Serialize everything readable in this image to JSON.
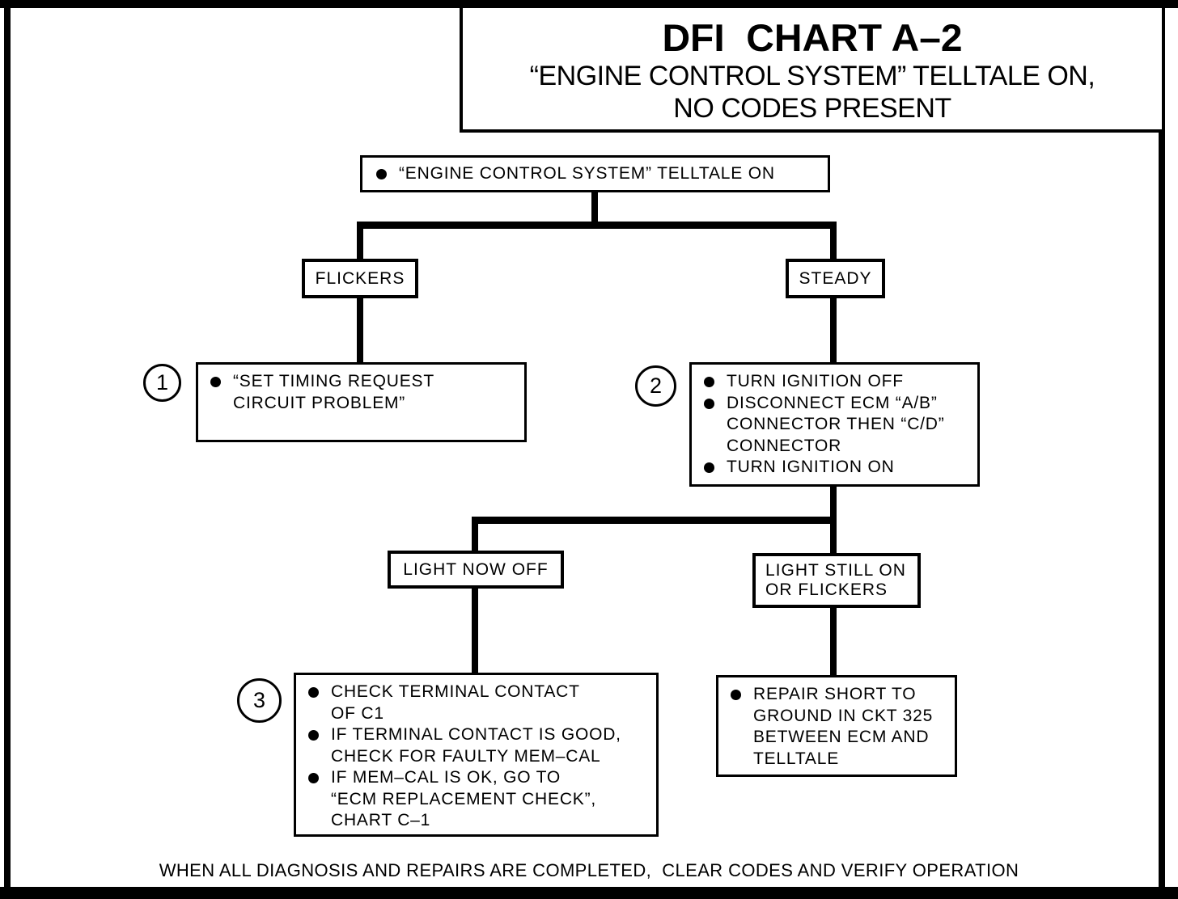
{
  "page": {
    "title_line1": "DFI  CHART A–2",
    "title_line2": "“ENGINE CONTROL SYSTEM” TELLTALE ON,",
    "title_line3": "NO CODES PRESENT",
    "footer": "WHEN ALL DIAGNOSIS AND REPAIRS ARE COMPLETED,  CLEAR CODES AND VERIFY OPERATION"
  },
  "flowchart": {
    "start": {
      "bullet": "“ENGINE CONTROL SYSTEM” TELLTALE ON"
    },
    "branch_left_label": "FLICKERS",
    "branch_right_label": "STEADY",
    "step1": {
      "number": "1",
      "bullet": "“SET TIMING REQUEST\nCIRCUIT PROBLEM”"
    },
    "step2": {
      "number": "2",
      "bullets": [
        "TURN IGNITION OFF",
        "DISCONNECT ECM “A/B”\nCONNECTOR THEN “C/D”\nCONNECTOR",
        "TURN IGNITION ON"
      ]
    },
    "result_left_label": "LIGHT NOW OFF",
    "result_right_label": "LIGHT STILL ON\nOR FLICKERS",
    "step3": {
      "number": "3",
      "bullets": [
        "CHECK TERMINAL CONTACT\nOF C1",
        "IF TERMINAL CONTACT IS GOOD,\nCHECK FOR FAULTY MEM–CAL",
        "IF MEM–CAL IS OK, GO TO\n“ECM REPLACEMENT CHECK”,\nCHART C–1"
      ]
    },
    "repair": {
      "bullet": "REPAIR SHORT TO\nGROUND IN CKT 325\nBETWEEN ECM AND\nTELLTALE"
    }
  },
  "colors": {
    "ink": "#000000",
    "paper": "#ffffff"
  }
}
